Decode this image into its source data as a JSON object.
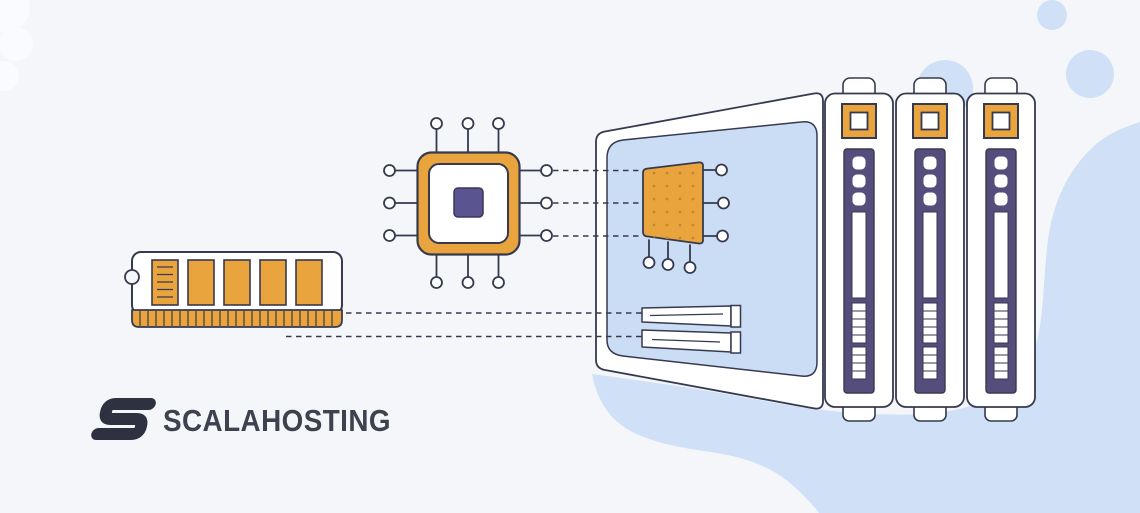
{
  "brand": {
    "name": "SCALAHOSTING",
    "logo": "scalahosting-s-mark"
  },
  "illustration": {
    "description": "Isometric line illustration: a RAM memory stick and a CPU chip connected by dashed lines into an open server chassis, next to three tower servers",
    "components": [
      {
        "id": "ram-module",
        "label": "RAM memory stick",
        "chips": 5,
        "striped_chips": 1,
        "connector_pins": 26
      },
      {
        "id": "cpu-chip",
        "label": "CPU processor chip",
        "pins_per_side": 3,
        "sides_with_pins": 4
      },
      {
        "id": "server-chassis",
        "label": "Open server case with processor die and two memory slot bars",
        "memory_slot_bars": 2,
        "die_pins_right": 3,
        "die_pins_bottom": 3
      },
      {
        "id": "server-towers",
        "label": "Row of tower servers",
        "count": 3,
        "leds_per_tower": 3,
        "vent_ladders_per_tower": 2
      }
    ],
    "connections": [
      {
        "from": "cpu-chip",
        "to": "server-chassis-die",
        "lines": 3,
        "style": "dashed"
      },
      {
        "from": "ram-module",
        "to": "server-chassis-memory-bars",
        "lines": 2,
        "style": "dashed"
      }
    ],
    "decor": {
      "top_right_circles": 3,
      "bottom_right_blob": 1,
      "top_left_cloud": 1
    }
  },
  "colors": {
    "bg": "#f4f6fa",
    "blob": "#d0e0f6",
    "panel-blue": "#cbdcf5",
    "cloud": "#fafbfe",
    "orange": "#eaa43e",
    "orange-dark": "#c5862e",
    "purple": "#554e7d",
    "purple-chip": "#5a5490",
    "outline": "#363a4e",
    "text": "#3d424e"
  }
}
